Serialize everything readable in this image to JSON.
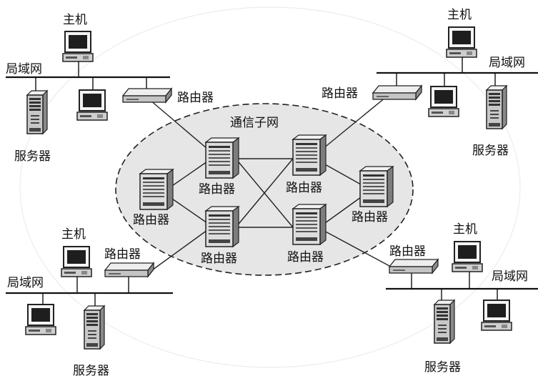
{
  "labels": {
    "host": "主机",
    "lan": "局域网",
    "server": "服务器",
    "router": "路由器",
    "subnet": "通信子网"
  },
  "colors": {
    "line": "#222222",
    "subnet_fill": "#e6e6e6",
    "device_body": "#d8d8d8",
    "device_dark": "#2a2a2a",
    "background": "#ffffff"
  },
  "icons": {
    "host": "desktop-computer-icon",
    "server": "tower-server-icon",
    "router": "router-icon",
    "core_router": "rack-router-icon"
  }
}
